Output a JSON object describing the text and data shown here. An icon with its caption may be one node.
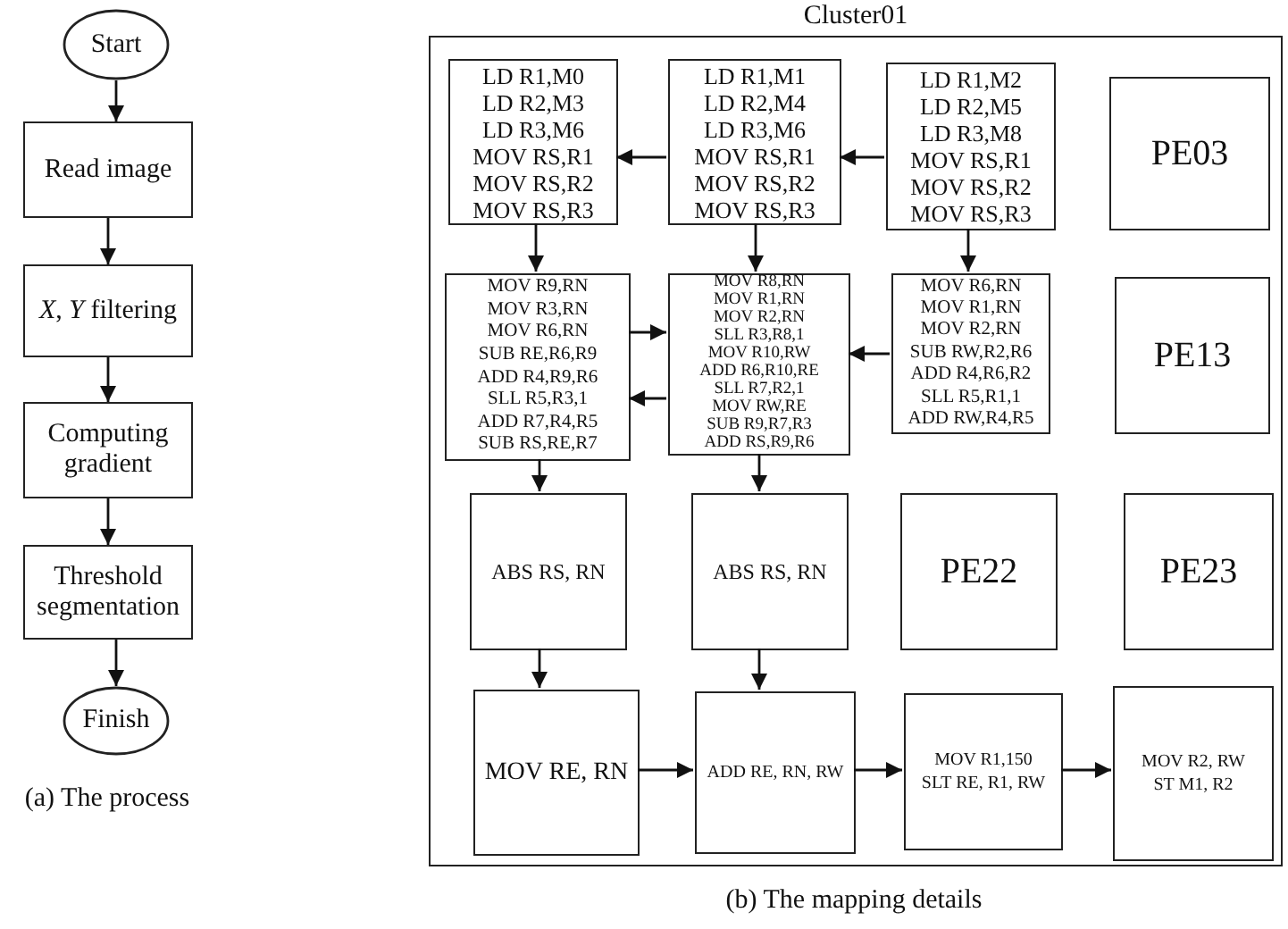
{
  "diagram": {
    "nodes": [
      {
        "text": [
          "Start"
        ]
      },
      {
        "text": [
          "Read image"
        ]
      },
      {
        "text": [
          "*X*, *Y* filtering"
        ]
      },
      {
        "text": [
          "Computing gradient"
        ]
      },
      {
        "text": [
          "Threshold segmentation"
        ]
      },
      {
        "text": [
          "Finish"
        ]
      },
      {
        "text": [
          "Cluster01"
        ]
      },
      {
        "text": [
          "LD R1,M0",
          "LD R2,M3",
          "LD R3,M6",
          "MOV RS,R1",
          "MOV RS,R2",
          "MOV RS,R3"
        ],
        "in": 6
      },
      {
        "text": [
          "LD R1,M1",
          "LD R2,M4",
          "LD R3,M6",
          "MOV RS,R1",
          "MOV RS,R2",
          "MOV RS,R3"
        ],
        "in": 6
      },
      {
        "text": [
          "LD R1,M2",
          "LD R2,M5",
          "LD R3,M8",
          "MOV RS,R1",
          "MOV RS,R2",
          "MOV RS,R3"
        ],
        "in": 6
      },
      {
        "text": [
          "PE03"
        ],
        "in": 6
      },
      {
        "text": [
          "MOV R9,RN",
          "MOV R3,RN",
          "MOV R6,RN",
          "SUB RE,R6,R9",
          "ADD R4,R9,R6",
          "SLL R5,R3,1",
          "ADD R7,R4,R5",
          "SUB RS,RE,R7"
        ],
        "in": 6
      },
      {
        "text": [
          "MOV R8,RN",
          "MOV R1,RN",
          "MOV R2,RN",
          "SLL R3,R8,1",
          "MOV R10,RW",
          "ADD R6,R10,RE",
          "SLL R7,R2,1",
          "MOV RW,RE",
          "SUB R9,R7,R3",
          "ADD RS,R9,R6"
        ],
        "in": 6
      },
      {
        "text": [
          "MOV R6,RN",
          "MOV R1,RN",
          "MOV R2,RN",
          "SUB RW,R2,R6",
          "ADD R4,R6,R2",
          "SLL R5,R1,1",
          "ADD RW,R4,R5"
        ],
        "in": 6
      },
      {
        "text": [
          "PE13"
        ],
        "in": 6
      },
      {
        "text": [
          "ABS RS, RN"
        ],
        "in": 6
      },
      {
        "text": [
          "ABS RS, RN"
        ],
        "in": 6
      },
      {
        "text": [
          "PE22"
        ],
        "in": 6
      },
      {
        "text": [
          "PE23"
        ],
        "in": 6
      },
      {
        "text": [
          "MOV RE, RN"
        ],
        "in": 6
      },
      {
        "text": [
          "ADD RE, RN, RW"
        ],
        "in": 6
      },
      {
        "text": [
          "MOV R1,150",
          "SLT RE, R1, RW"
        ],
        "in": 6
      },
      {
        "text": [
          "MOV R2, RW",
          "ST M1, R2"
        ],
        "in": 6
      }
    ],
    "edges": [
      {
        "from": 0,
        "to": 1,
        "arrow": "to"
      },
      {
        "from": 1,
        "to": 2,
        "arrow": "to"
      },
      {
        "from": 2,
        "to": 3,
        "arrow": "to"
      },
      {
        "from": 3,
        "to": 4,
        "arrow": "to"
      },
      {
        "from": 4,
        "to": 5,
        "arrow": "to"
      },
      {
        "from": 8,
        "to": 7,
        "arrow": "to"
      },
      {
        "from": 9,
        "to": 8,
        "arrow": "to"
      },
      {
        "from": 7,
        "to": 11,
        "arrow": "to"
      },
      {
        "from": 8,
        "to": 12,
        "arrow": "to"
      },
      {
        "from": 9,
        "to": 13,
        "arrow": "to"
      },
      {
        "from": 11,
        "to": 12,
        "arrow": "to"
      },
      {
        "from": 12,
        "to": 11,
        "arrow": "to"
      },
      {
        "from": 13,
        "to": 12,
        "arrow": "to"
      },
      {
        "from": 11,
        "to": 15,
        "arrow": "to"
      },
      {
        "from": 12,
        "to": 16,
        "arrow": "to"
      },
      {
        "from": 15,
        "to": 19,
        "arrow": "to"
      },
      {
        "from": 16,
        "to": 20,
        "arrow": "to"
      },
      {
        "from": 19,
        "to": 20,
        "arrow": "to"
      },
      {
        "from": 20,
        "to": 21,
        "arrow": "to"
      },
      {
        "from": 21,
        "to": 22,
        "arrow": "to"
      }
    ],
    "labels": [
      "(a) The process",
      "(b) The mapping details"
    ]
  }
}
